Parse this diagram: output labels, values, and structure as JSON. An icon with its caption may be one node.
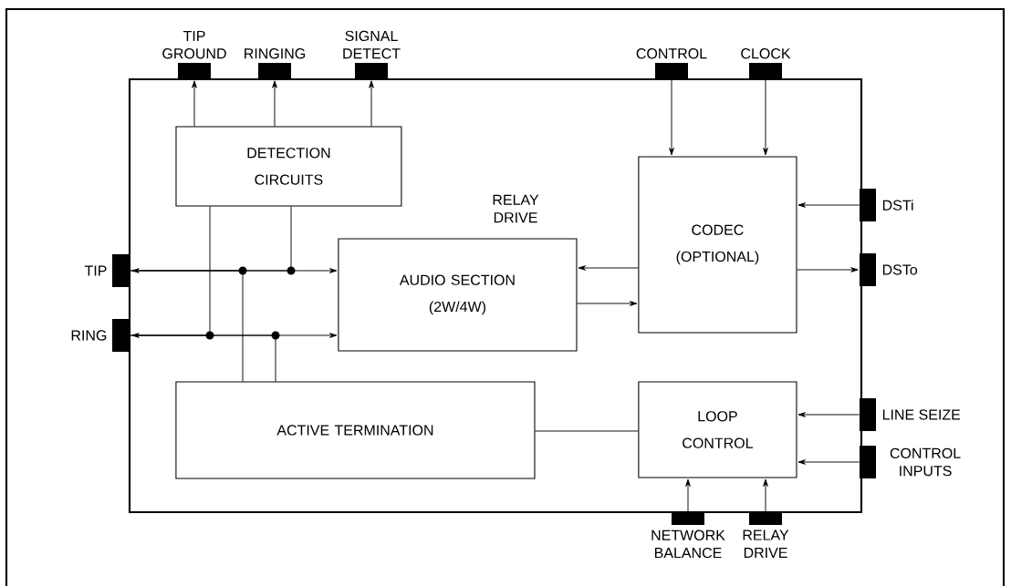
{
  "diagram": {
    "nodes": [
      {
        "text": [],
        "shape": "box"
      },
      {
        "text": [
          "TIP GROUND"
        ]
      },
      {
        "text": [
          "RINGING"
        ]
      },
      {
        "text": [
          "SIGNAL DETECT"
        ]
      },
      {
        "text": [
          "CONTROL"
        ]
      },
      {
        "text": [
          "CLOCK"
        ]
      },
      {
        "text": [
          "DETECTION CIRCUITS"
        ],
        "in": 0
      },
      {
        "text": [
          "DSTi"
        ]
      },
      {
        "text": [
          "CODEC (OPTIONAL)"
        ],
        "in": 0
      },
      {
        "text": [
          "TIP"
        ]
      },
      {
        "text": [
          "AUDIO SECTION (2W/4W)"
        ],
        "in": 0
      },
      {
        "text": [
          "DSTo"
        ]
      },
      {
        "text": [
          "RING"
        ]
      },
      {
        "text": [
          "ACTIVE TERMINATION"
        ],
        "in": 0
      },
      {
        "text": [
          "LOOP CONTROL"
        ],
        "in": 0
      },
      {
        "text": [
          "LINE SEIZE"
        ]
      },
      {
        "text": [
          "CONTROL INPUTS"
        ]
      },
      {
        "text": [
          "NETWORK BALANCE"
        ]
      },
      {
        "text": [
          "RELAY DRIVE"
        ]
      }
    ],
    "edges": [
      {
        "from": 6,
        "to": 1,
        "arrow": "to"
      },
      {
        "from": 6,
        "to": 2,
        "arrow": "to"
      },
      {
        "from": 6,
        "to": 3,
        "arrow": "to"
      },
      {
        "from": 4,
        "to": 8,
        "arrow": "to"
      },
      {
        "from": 5,
        "to": 8,
        "arrow": "to"
      },
      {
        "from": 7,
        "to": 8,
        "arrow": "to"
      },
      {
        "from": 8,
        "to": 11,
        "arrow": "to"
      },
      {
        "from": 8,
        "to": 10,
        "arrow": "to"
      },
      {
        "from": 10,
        "to": 8,
        "arrow": "to"
      },
      {
        "from": 9,
        "to": 10,
        "arrow": "both"
      },
      {
        "from": 12,
        "to": 10,
        "arrow": "both"
      },
      {
        "from": 6,
        "to": 9,
        "arrow": "none"
      },
      {
        "from": 6,
        "to": 12,
        "arrow": "none"
      },
      {
        "from": 13,
        "to": 9,
        "arrow": "none"
      },
      {
        "from": 13,
        "to": 12,
        "arrow": "none"
      },
      {
        "from": 13,
        "to": 14,
        "arrow": "none"
      },
      {
        "from": 15,
        "to": 14,
        "arrow": "to"
      },
      {
        "from": 16,
        "to": 14,
        "arrow": "to"
      },
      {
        "from": 17,
        "to": 14,
        "arrow": "to"
      },
      {
        "from": 18,
        "to": 14,
        "arrow": "to"
      }
    ],
    "labels": [
      "RELAY DRIVE"
    ]
  }
}
